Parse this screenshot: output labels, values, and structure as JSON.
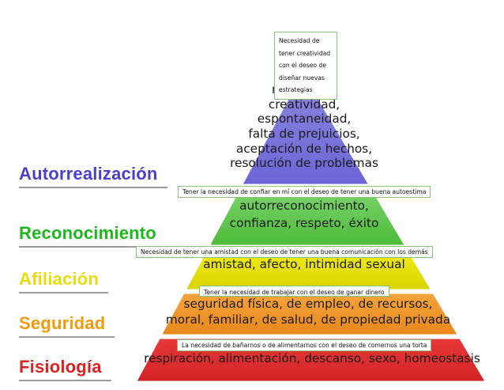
{
  "levels": [
    {
      "key": "autorrealizacion",
      "category": "Autorrealización",
      "cat_color": "#4b3fd0",
      "fill": "#8c88dd",
      "lines": [
        "moralidad,",
        "creatividad,",
        "espontaneidad,",
        "falta de prejuicios,",
        "aceptación de hechos,",
        "resolución de problemas"
      ]
    },
    {
      "key": "reconocimiento",
      "category": "Reconocimiento",
      "cat_color": "#1bb81b",
      "fill": "#7dd36c",
      "lines": [
        "autorreconocimiento,",
        "confianza, respeto, éxito"
      ]
    },
    {
      "key": "afiliacion",
      "category": "Afiliación",
      "cat_color": "#f0e80a",
      "fill": "#f2ec18",
      "lines": [
        "amistad, afecto, intimidad sexual"
      ]
    },
    {
      "key": "seguridad",
      "category": "Seguridad",
      "cat_color": "#f39a0c",
      "fill": "#f4a43c",
      "lines": [
        "seguridad física, de empleo, de recursos,",
        "moral, familiar, de salud, de propiedad privada"
      ]
    },
    {
      "key": "fisiologia",
      "category": "Fisiología",
      "cat_color": "#dd2020",
      "fill": "#e7393a",
      "lines": [
        "respiración, alimentación, descanso, sexo, homeostasis"
      ]
    }
  ],
  "notes": {
    "autorrealizacion": "Necesidad de tener creatividad con el deseo de diseñar nuevas estrategias",
    "reconocimiento": "Tener la necesidad de confiar en mí con el deseo de tener una buena autoestima",
    "afiliacion": "Necesidad de tener una amistad con el deseo de tener una buena comunicación con los demás",
    "seguridad": "Tener la necesidad de trabajar con el deseo de ganar dinero",
    "fisiologia": "La necesidad de bañarnos o de alimentarnos con el deseo de comernos una torta"
  }
}
